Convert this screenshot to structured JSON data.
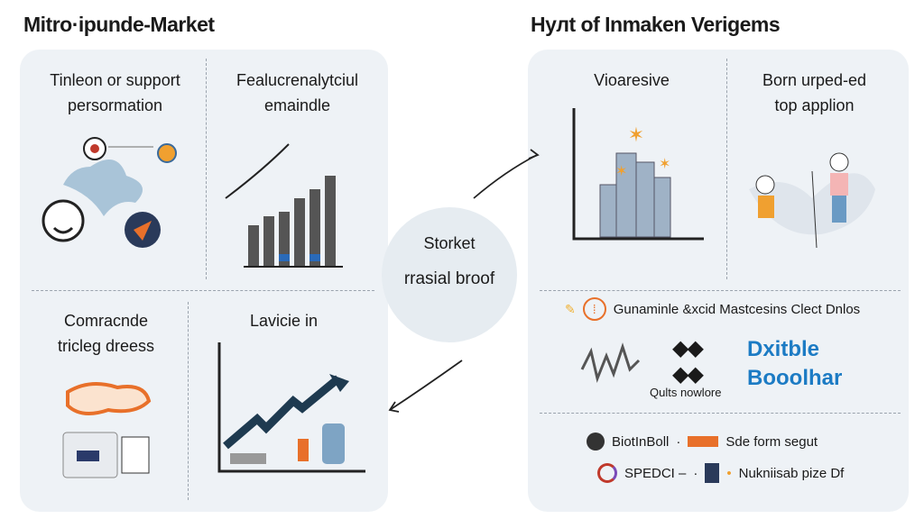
{
  "left": {
    "title": "Mitro·ipunde-Market",
    "q1": [
      "Tinleon or support",
      "persormation"
    ],
    "q2": [
      "Fealucrenalytciul",
      "emaindle"
    ],
    "q3": [
      "Comracnde",
      "tricleg dreess"
    ],
    "q4": "Lavicie in"
  },
  "center": {
    "line1": "Storket",
    "line2": "rrasial broof"
  },
  "right": {
    "title": "Hyлt of Inmaken Verigems",
    "q1": "Vioaresive",
    "q2": [
      "Born urped-ed",
      "top applion"
    ],
    "row": "Gunaminle &xcid Mastcesins Clect Dnlos",
    "wave_caption": "Qults nowlore",
    "blue": [
      "Dxitble",
      "Booolhar"
    ],
    "list": [
      "BiotInBoll",
      "Sde form segut",
      "SPEDCI –",
      "Nukniisab pize Df"
    ]
  },
  "colors": {
    "panel": "#eef2f6",
    "accent": "#1c7bc4",
    "orange": "#e8702a"
  }
}
